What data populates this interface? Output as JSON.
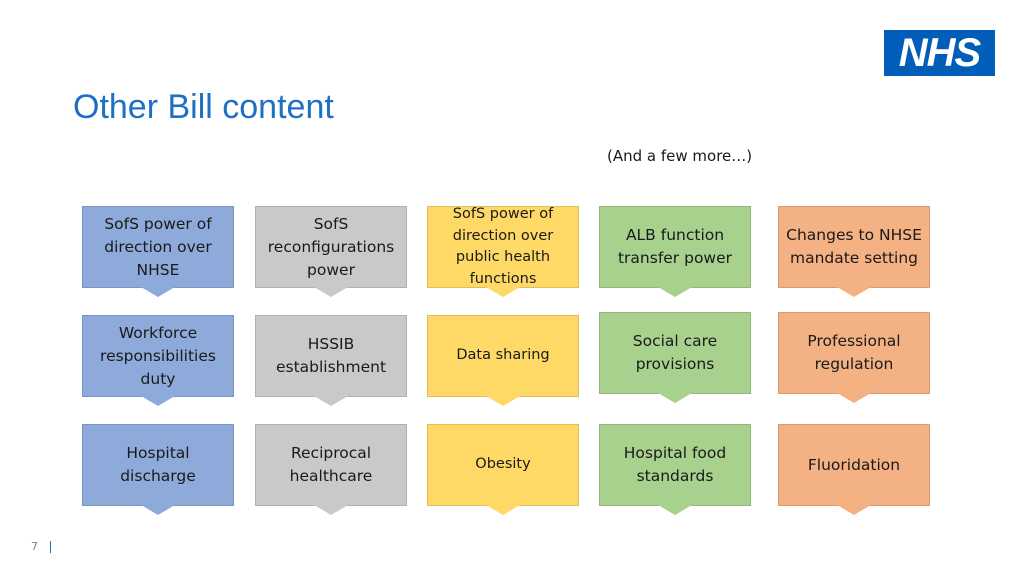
{
  "slide": {
    "title": "Other Bill content",
    "subtitle": "(And a few more…)",
    "logo": "NHS",
    "page_number": "7"
  },
  "colors": {
    "title": "#1f6fc5",
    "logo": "#005eb8",
    "blue": "#8eaadb",
    "grey": "#c9c9c9",
    "yellow": "#ffd966",
    "green": "#a9d18e",
    "orange": "#f4b183"
  },
  "grid": {
    "row1": [
      "SofS power of direction over NHSE",
      "SofS reconfigurations power",
      "SofS power of direction over public health functions",
      "ALB function transfer power",
      "Changes to NHSE mandate setting"
    ],
    "row2": [
      "Workforce responsibilities duty",
      "HSSIB establishment",
      "Data sharing",
      "Social care provisions",
      "Professional regulation"
    ],
    "row3": [
      "Hospital discharge",
      "Reciprocal healthcare",
      "Obesity",
      "Hospital food standards",
      "Fluoridation"
    ]
  }
}
